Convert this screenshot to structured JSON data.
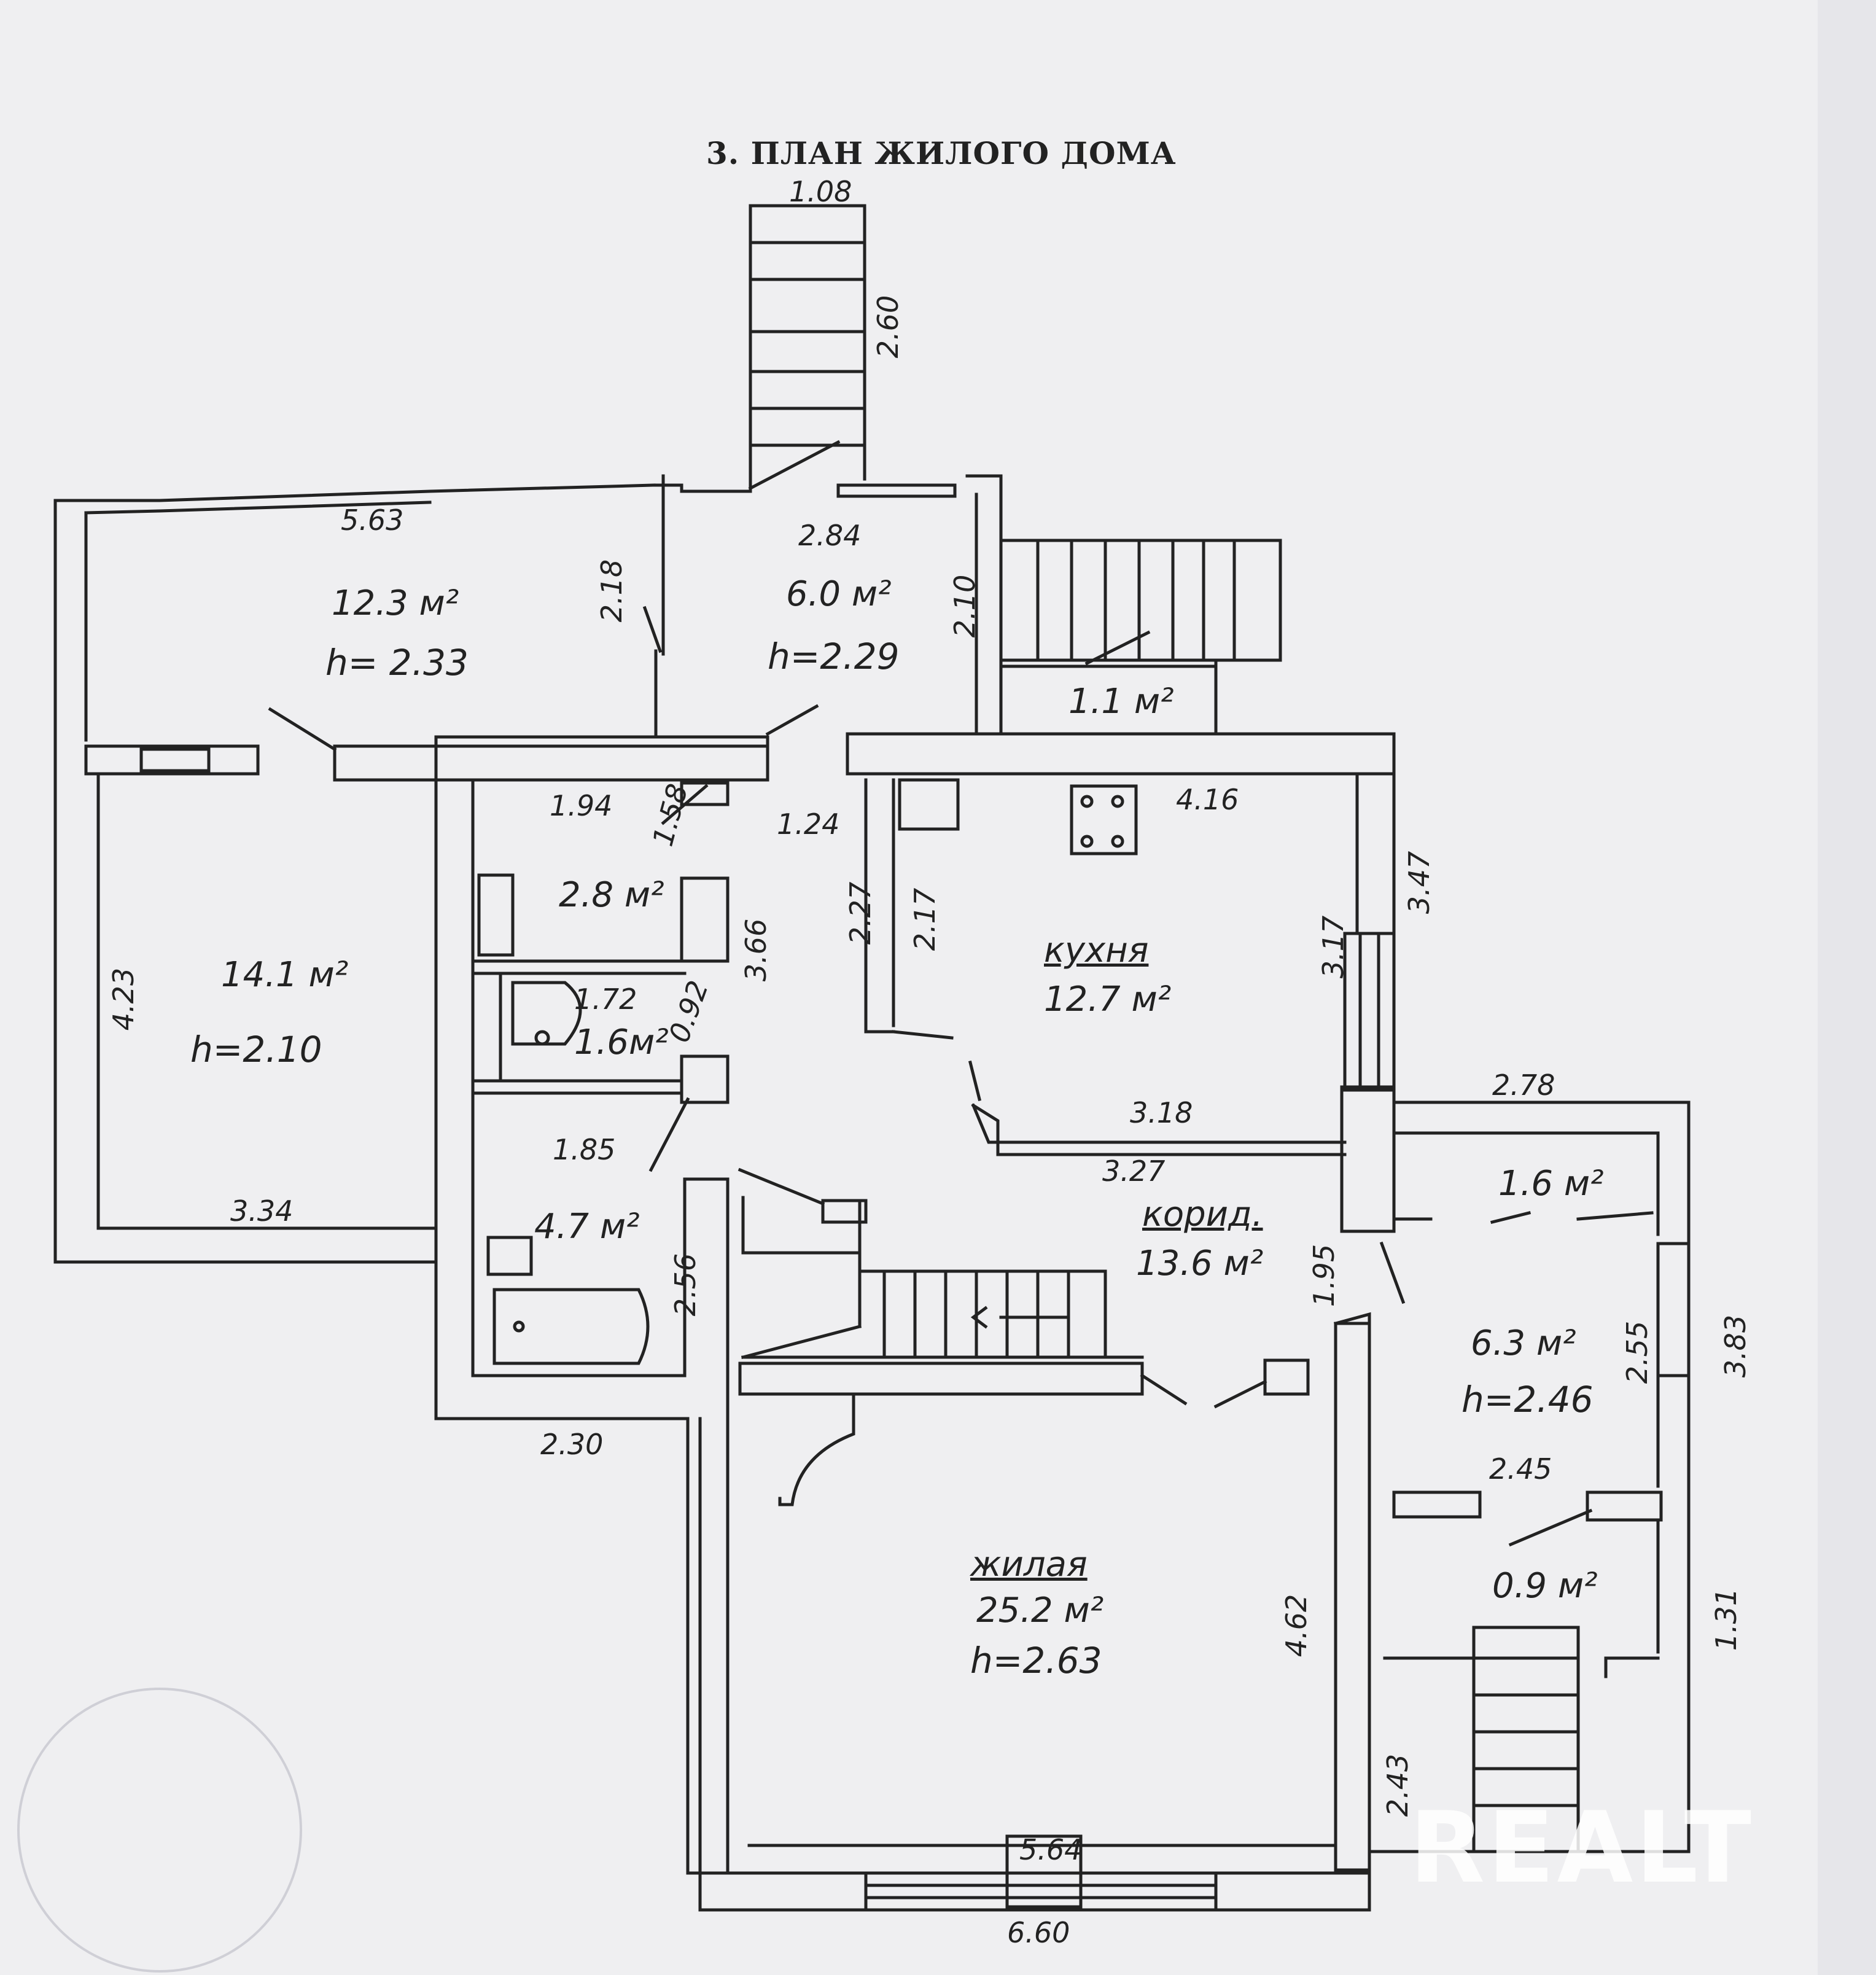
{
  "title": "3. ПЛАН ЖИЛОГО ДОМА",
  "rooms": {
    "room_top_left": {
      "area": "12.3 м²",
      "height": "h= 2.33"
    },
    "entry_hall": {
      "area": "6.0 м²",
      "height": "h=2.29"
    },
    "small_right": {
      "area": "1.1 м²"
    },
    "room_left": {
      "area": "14.1 м²",
      "height": "h=2.10"
    },
    "small_2_8": {
      "area": "2.8 м²"
    },
    "wc": {
      "area": "1.6м²"
    },
    "bath": {
      "area": "4.7 м²"
    },
    "kitchen": {
      "name": "кухня",
      "area": "12.7 м²"
    },
    "corridor": {
      "name": "корид.",
      "area": "13.6 м²"
    },
    "room_1_6_right": {
      "area": "1.6 м²"
    },
    "room_6_3": {
      "area": "6.3 м²",
      "height": "h=2.46"
    },
    "room_0_9": {
      "area": "0.9 м²"
    },
    "living": {
      "name": "жилая",
      "area": "25.2 м²",
      "height": "h=2.63"
    }
  },
  "dimensions": {
    "stair_top_w": "1.08",
    "stair_top_len": "2.60",
    "top_left_w": "5.63",
    "hall_w": "2.84",
    "d_2_18": "2.18",
    "d_2_10": "2.10",
    "d_1_94": "1.94",
    "d_1_58": "1.58",
    "d_1_24": "1.24",
    "kitchen_w": "4.16",
    "d_3_47": "3.47",
    "d_2_27": "2.27",
    "d_2_17": "2.17",
    "d_3_66": "3.66",
    "d_3_17": "3.17",
    "d_4_23": "4.23",
    "d_1_72": "1.72",
    "d_0_92": "0.92",
    "d_1_85": "1.85",
    "d_3_18": "3.18",
    "d_3_27": "3.27",
    "d_2_78": "2.78",
    "d_3_34": "3.34",
    "d_2_56": "2.56",
    "d_1_95": "1.95",
    "d_2_55": "2.55",
    "d_3_83": "3.83",
    "d_2_30": "2.30",
    "d_2_45": "2.45",
    "d_4_62": "4.62",
    "d_1_31": "1.31",
    "d_2_43": "2.43",
    "d_5_64": "5.64",
    "d_6_60": "6.60"
  },
  "watermark": "REALT"
}
